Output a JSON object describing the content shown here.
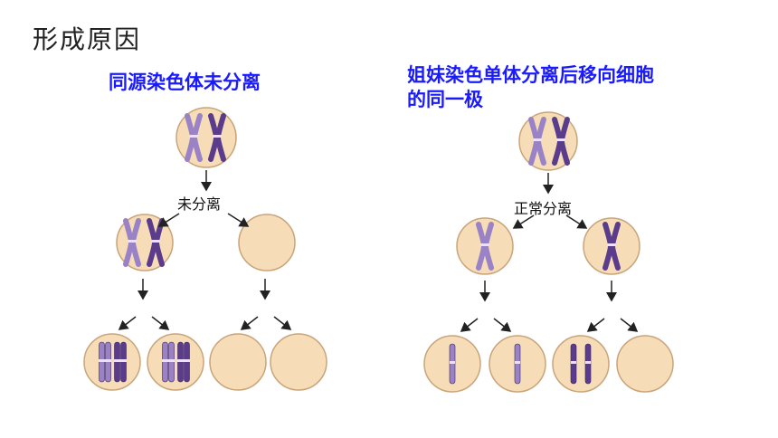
{
  "title": "形成原因",
  "left": {
    "heading": "同源染色体未分离",
    "arrow_label": "未分离"
  },
  "right": {
    "heading_line1": "姐妹染色单体分离后移向细胞",
    "heading_line2": "的同一极",
    "arrow_label": "正常分离"
  },
  "colors": {
    "cell_fill": "#f6ddb8",
    "cell_stroke": "#c9a47a",
    "chrom_light": "#9a82c6",
    "chrom_dark": "#5b3b8c",
    "heading": "#1a1aff"
  }
}
